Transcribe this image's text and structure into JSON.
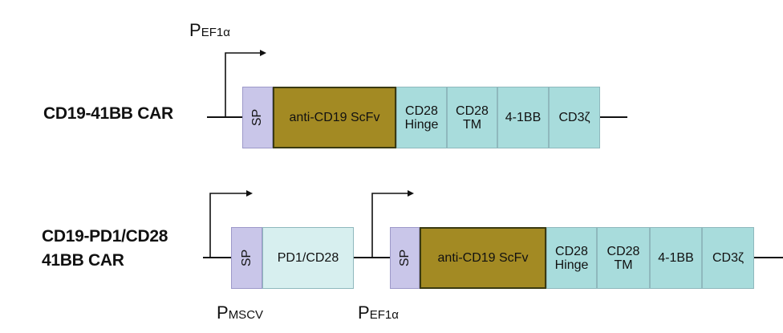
{
  "constructs": [
    {
      "label_lines": [
        "CD19-41BB CAR"
      ],
      "promoter": {
        "main": "P",
        "sub": "EF1α"
      },
      "segments": [
        "SP",
        "anti-CD19 ScFv",
        "CD28 Hinge",
        "CD28 TM",
        "4-1BB",
        "CD3ζ"
      ]
    },
    {
      "label_lines": [
        "CD19-PD1/CD28",
        "41BB CAR"
      ],
      "promoter_1": {
        "main": "P",
        "sub": "MSCV"
      },
      "segments_1": [
        "SP",
        "PD1/CD28"
      ],
      "promoter_2": {
        "main": "P",
        "sub": "EF1α"
      },
      "segments_2": [
        "SP",
        "anti-CD19 ScFv",
        "CD28 Hinge",
        "CD28 TM",
        "4-1BB",
        "CD3ζ"
      ]
    }
  ],
  "colors": {
    "sp": "#c9c6e9",
    "scfv": "#a38a23",
    "domain": "#a8dcdc",
    "pd1_cd28": "#d7efef",
    "line": "#111111"
  }
}
